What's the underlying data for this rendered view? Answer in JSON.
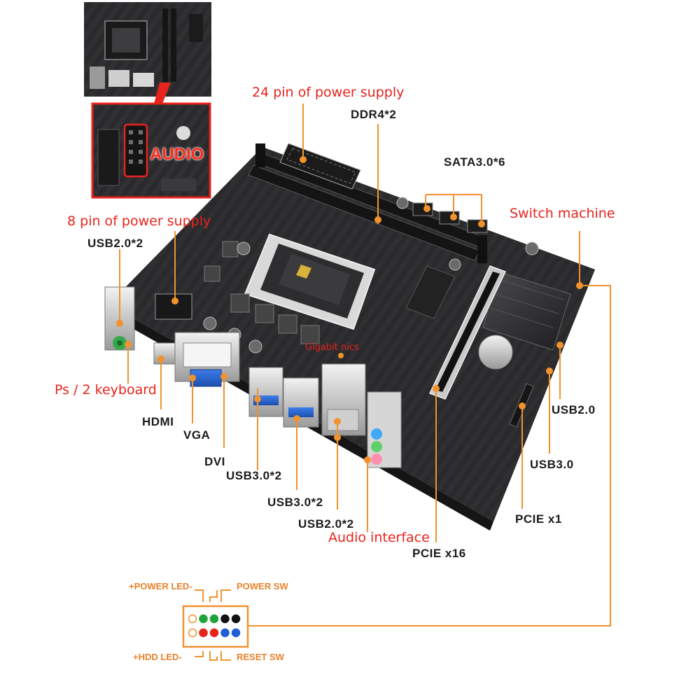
{
  "labels": {
    "pin24": "24 pin of power supply",
    "ddr4": "DDR4*2",
    "sata": "SATA3.0*6",
    "pin8": "8 pin of power supply",
    "switch_machine": "Switch machine",
    "usb20x2_left": "USB2.0*2",
    "ps2": "Ps / 2 keyboard",
    "hdmi": "HDMI",
    "vga": "VGA",
    "dvi": "DVI",
    "usb30x2_a": "USB3.0*2",
    "usb30x2_b": "USB3.0*2",
    "usb20x2_bottom": "USB2.0*2",
    "audio_interface": "Audio interface",
    "pcie16": "PCIE x16",
    "pcie1": "PCIE x1",
    "usb30": "USB3.0",
    "usb20": "USB2.0",
    "gigabit": "Gigabit nics",
    "audio_tag": "AUDIO"
  },
  "front_panel": {
    "power_led": "+POWER LED-",
    "power_sw": "POWER SW",
    "hdd_led": "+HDD LED-",
    "reset_sw": "RESET SW",
    "top_row_colors": [
      "#ffffff",
      "#1fa33a",
      "#1fa33a",
      "#111111",
      "#111111"
    ],
    "bottom_row_colors": [
      "#ffffff",
      "#e8231c",
      "#e8231c",
      "#1d5fd6",
      "#1d5fd6"
    ]
  },
  "colors": {
    "label_red": "#e8231c",
    "leader_orange": "#f0922e",
    "board": "#2b2b2d"
  }
}
